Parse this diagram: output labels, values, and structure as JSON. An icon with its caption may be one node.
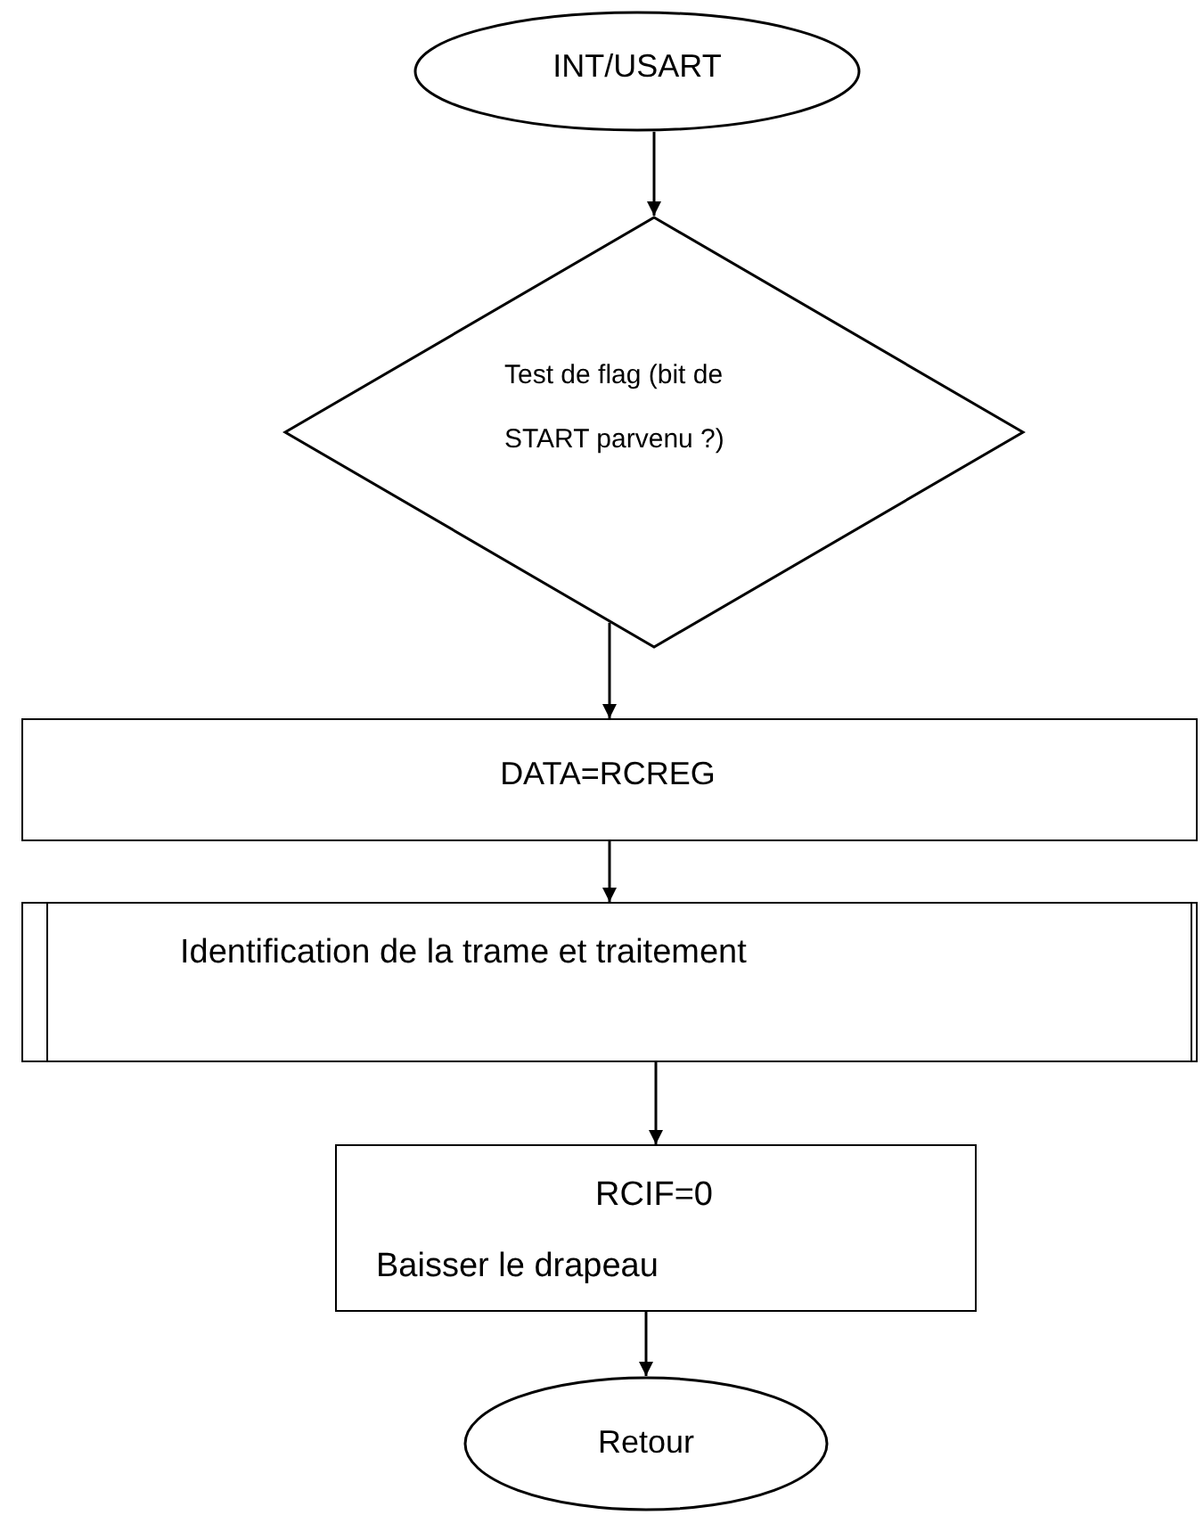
{
  "diagram": {
    "nodes": [
      {
        "text": [
          "INT/USART"
        ]
      },
      {
        "text": [
          "Test de flag (bit de START parvenu ?)"
        ]
      },
      {
        "text": [
          "DATA=RCREG"
        ]
      },
      {
        "text": [
          "Identification de la trame et traitement"
        ]
      },
      {
        "text": [
          "RCIF=0",
          "Baisser le drapeau"
        ]
      },
      {
        "text": [
          "Retour"
        ]
      }
    ],
    "edges": [
      {
        "from": 0,
        "to": 1,
        "arrow": "to"
      },
      {
        "from": 1,
        "to": 2,
        "arrow": "to"
      },
      {
        "from": 2,
        "to": 3,
        "arrow": "to"
      },
      {
        "from": 3,
        "to": 4,
        "arrow": "to"
      },
      {
        "from": 4,
        "to": 5,
        "arrow": "to"
      }
    ]
  }
}
